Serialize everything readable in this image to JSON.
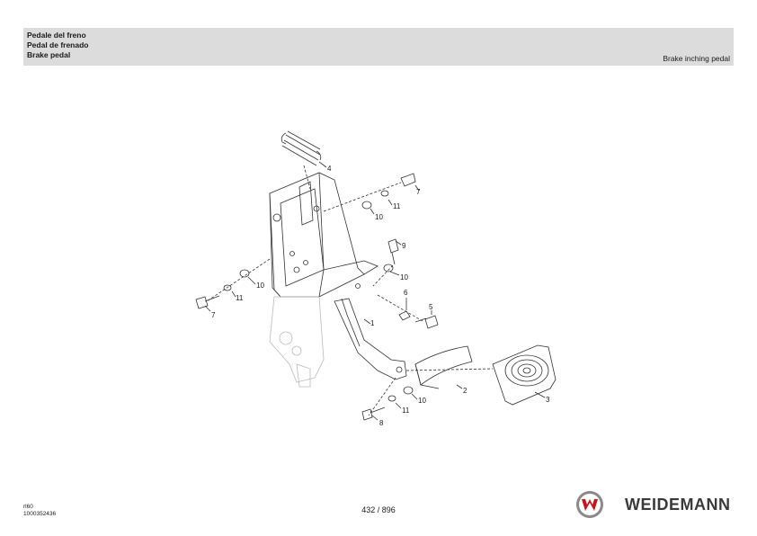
{
  "header": {
    "title_it": "Pedale del freno",
    "title_es": "Pedal de frenado",
    "title_en": "Brake pedal",
    "subtitle": "Brake inching pedal"
  },
  "diagram": {
    "callouts": [
      "1",
      "2",
      "3",
      "4",
      "5",
      "6",
      "7",
      "7",
      "8",
      "9",
      "10",
      "10",
      "10",
      "10",
      "11",
      "11",
      "11"
    ]
  },
  "footer": {
    "doc_code": "rl60",
    "doc_number": "1000352436",
    "page": "432 / 896",
    "brand": "WEIDEMANN"
  },
  "colors": {
    "header_bg": "#dcdcdc",
    "logo_red": "#c4161c",
    "ink": "#1a1a1a"
  }
}
